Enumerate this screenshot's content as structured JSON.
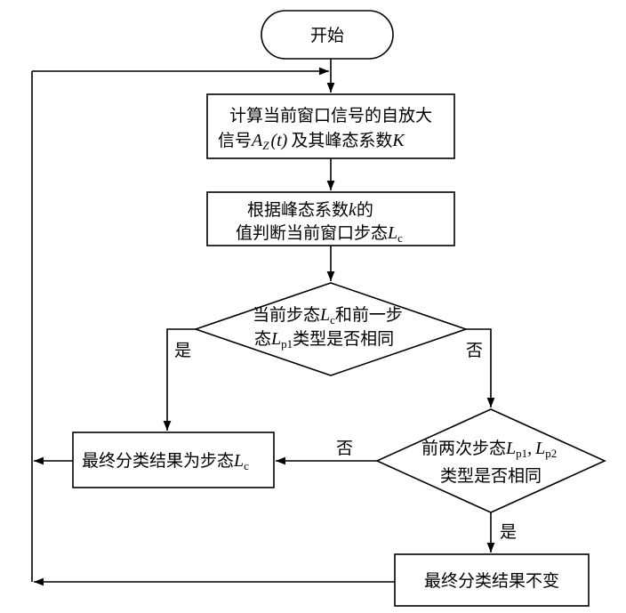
{
  "nodes": {
    "start": "开始",
    "compute": {
      "line1": "计算当前窗口信号的自放大",
      "line2_a": "信号",
      "line2_var": "A",
      "line2_sub": "Z",
      "line2_arg": "(t)",
      "line2_b": "及其峰态系数",
      "line2_k": "K"
    },
    "judge": {
      "line1_a": "根据峰态系数",
      "line1_k": "k",
      "line1_b": "的",
      "line2_a": "值判断当前窗口步态",
      "line2_var": "L",
      "line2_sub": "c"
    },
    "decision1": {
      "line1_a": "当前步态",
      "line1_var": "L",
      "line1_sub": "c",
      "line1_b": "和前一步",
      "line2_a": "态",
      "line2_var": "L",
      "line2_sub": "p1",
      "line2_b": "类型是否相同"
    },
    "result_lc": {
      "text": "最终分类结果为步态",
      "var": "L",
      "sub": "c"
    },
    "decision2": {
      "line1_a": "前两次步态",
      "line1_var1": "L",
      "line1_sub1": "p1",
      "line1_sep": ",",
      "line1_var2": "L",
      "line1_sub2": "p2",
      "line2": "类型是否相同"
    },
    "result_same": "最终分类结果不变"
  },
  "edge_labels": {
    "d1_yes": "是",
    "d1_no": "否",
    "d2_no": "否",
    "d2_yes": "是"
  }
}
